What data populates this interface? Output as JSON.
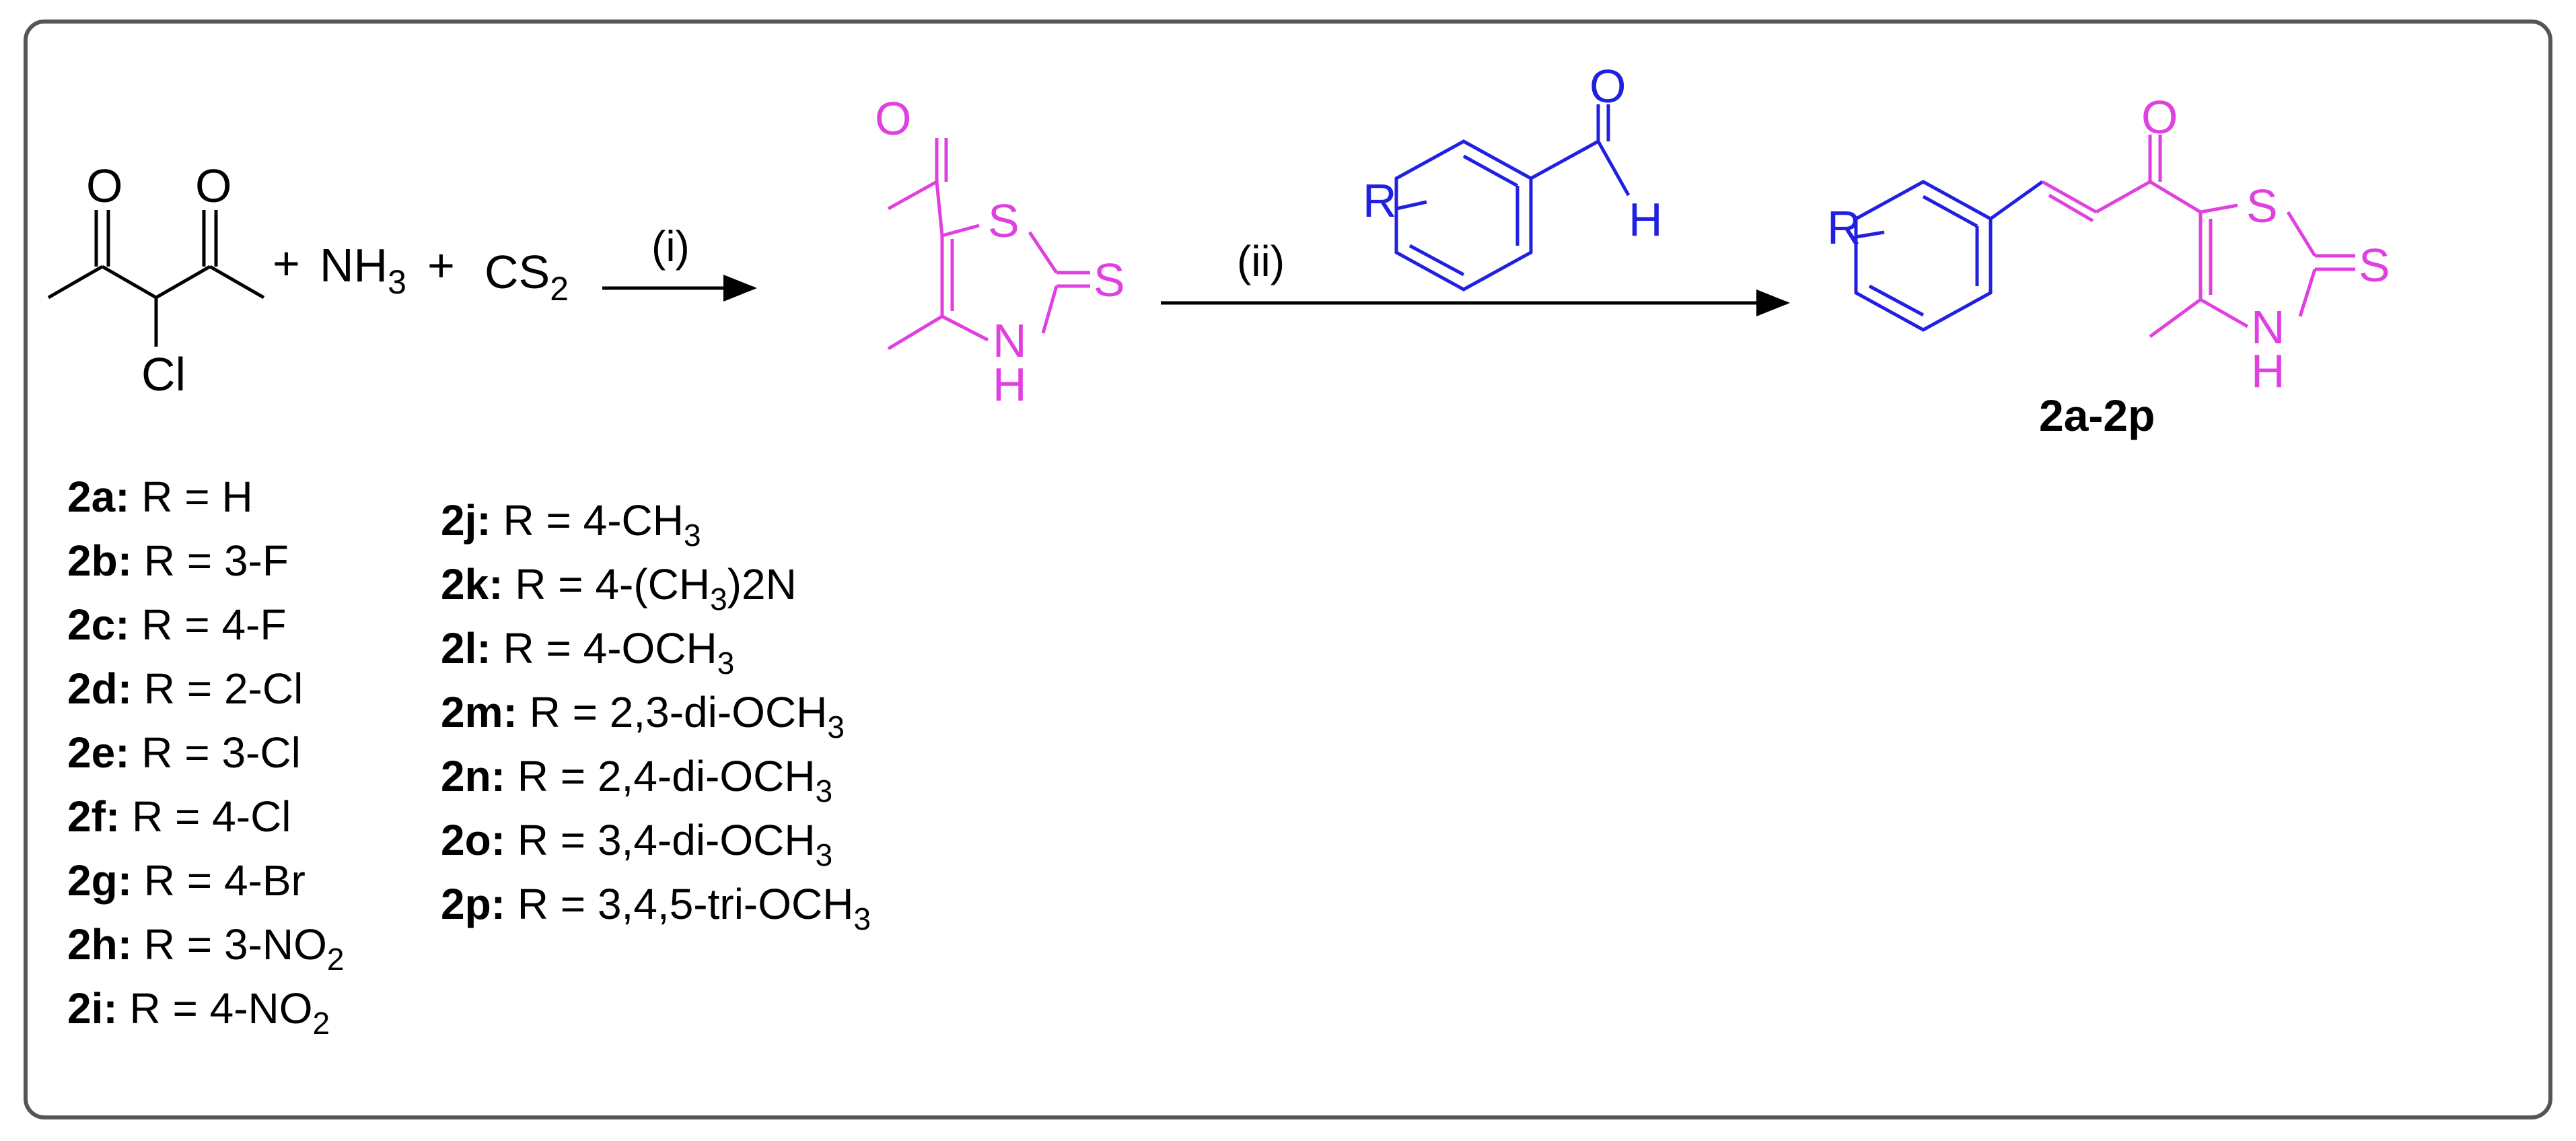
{
  "colors": {
    "reagent": "#000000",
    "intermediate": "#e040e0",
    "aldehyde": "#2020e0",
    "frame": "#555555"
  },
  "reactant": {
    "atom_o1": "O",
    "atom_o2": "O",
    "atom_cl": "Cl",
    "plus1": "+",
    "nh3_main": "NH",
    "nh3_sub": "3",
    "plus2": "+",
    "cs2_main": "CS",
    "cs2_sub": "2"
  },
  "step1": {
    "label": "(i)"
  },
  "intermediate": {
    "atom_o": "O",
    "atom_s_ring": "S",
    "atom_s_thione": "S",
    "atom_n": "N",
    "atom_h": "H"
  },
  "step2": {
    "label": "(ii)",
    "aldehyde": {
      "atom_r": "R",
      "atom_o": "O",
      "atom_h": "H"
    }
  },
  "product": {
    "atom_r": "R",
    "atom_o": "O",
    "atom_s_ring": "S",
    "atom_s_thione": "S",
    "atom_n": "N",
    "atom_h": "H",
    "label": "2a-2p"
  },
  "compounds": [
    {
      "id": "2a",
      "prefix": "R = ",
      "value": "H",
      "sub": "",
      "tail": ""
    },
    {
      "id": "2b",
      "prefix": "R = ",
      "value": "3-F",
      "sub": "",
      "tail": ""
    },
    {
      "id": "2c",
      "prefix": "R = ",
      "value": "4-F",
      "sub": "",
      "tail": ""
    },
    {
      "id": "2d",
      "prefix": "R = ",
      "value": "2-Cl",
      "sub": "",
      "tail": ""
    },
    {
      "id": "2e",
      "prefix": "R = ",
      "value": "3-Cl",
      "sub": "",
      "tail": ""
    },
    {
      "id": "2f",
      "prefix": "R = ",
      "value": "4-Cl",
      "sub": "",
      "tail": ""
    },
    {
      "id": "2g",
      "prefix": "R = ",
      "value": "4-Br",
      "sub": "",
      "tail": ""
    },
    {
      "id": "2h",
      "prefix": "R = ",
      "value": "3-NO",
      "sub": "2",
      "tail": ""
    },
    {
      "id": "2i",
      "prefix": "R = ",
      "value": "4-NO",
      "sub": "2",
      "tail": ""
    },
    {
      "id": "2j",
      "prefix": "R = ",
      "value": "4-CH",
      "sub": "3",
      "tail": ""
    },
    {
      "id": "2k",
      "prefix": "R = ",
      "value": "4-(CH",
      "sub": "3",
      "tail": ")2N"
    },
    {
      "id": "2l",
      "prefix": "R = ",
      "value": "4-OCH",
      "sub": "3",
      "tail": ""
    },
    {
      "id": "2m",
      "prefix": "R = ",
      "value": "2,3-di-OCH",
      "sub": "3",
      "tail": ""
    },
    {
      "id": "2n",
      "prefix": "R = ",
      "value": "2,4-di-OCH",
      "sub": "3",
      "tail": ""
    },
    {
      "id": "2o",
      "prefix": "R = ",
      "value": "3,4-di-OCH",
      "sub": "3",
      "tail": ""
    },
    {
      "id": "2p",
      "prefix": "R = ",
      "value": "3,4,5-tri-OCH",
      "sub": "3",
      "tail": ""
    }
  ]
}
